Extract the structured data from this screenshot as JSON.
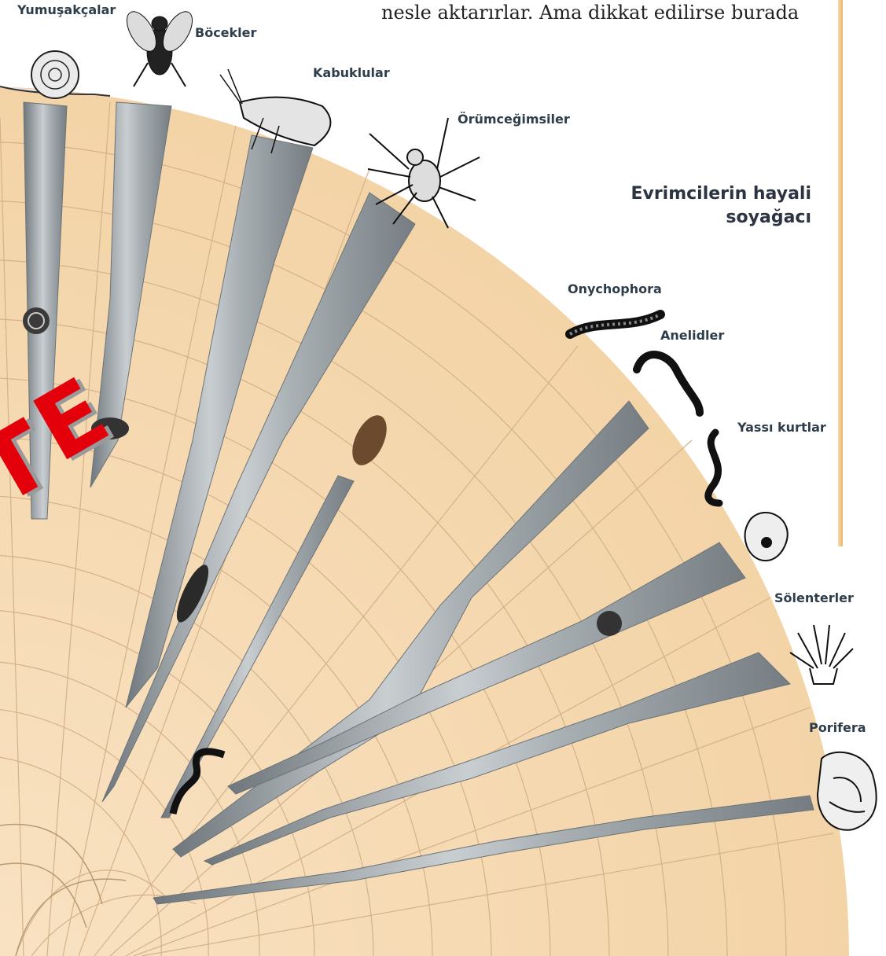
{
  "body_text": "nesle aktarırlar. Ama dikkat edilirse burada",
  "title_line1": "Evrimcilerin hayali",
  "title_line2": "soyağacı",
  "labels": {
    "yumusakcalar": "Yumuşakçalar",
    "bocekler": "Böcekler",
    "kabuklular": "Kabuklular",
    "orumcegimsiler": "Örümceğimsiler",
    "onychophora": "Onychophora",
    "anelidler": "Anelidler",
    "yassi_kurtlar": "Yassı kurtlar",
    "solenterler": "Sölenterler",
    "porifera": "Porifera"
  },
  "watermark": {
    "letter1": "T",
    "letter2": "E"
  },
  "colors": {
    "disc_fill": "#f6d8af",
    "grid_line": "#d3b28a",
    "blade_steel": "#9aa1a6",
    "blade_highlight": "#d4d8da",
    "label_text": "#2e3d4a",
    "watermark": "#e3000b"
  },
  "icons": {
    "snail": "snail-icon",
    "insect": "insect-icon",
    "shrimp": "shrimp-icon",
    "spider": "spider-icon",
    "worm": "worm-icon",
    "flatworm": "flatworm-icon",
    "jellyfish": "jellyfish-icon",
    "anemone": "anemone-icon",
    "sponge": "sponge-icon"
  }
}
